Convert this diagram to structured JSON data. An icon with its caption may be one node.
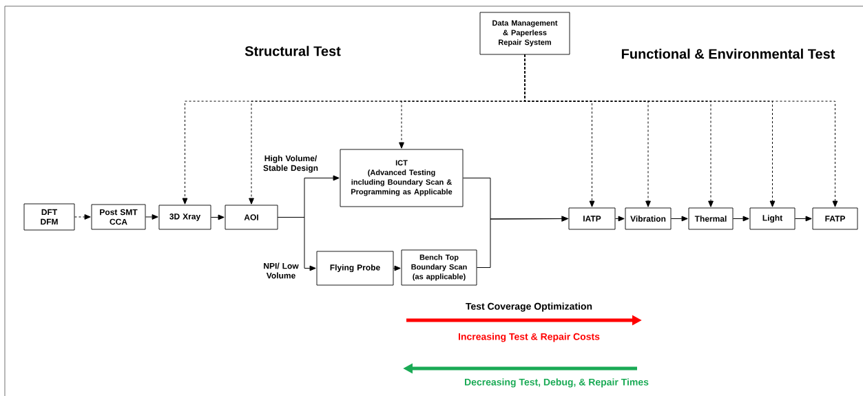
{
  "diagram": {
    "nodes": [
      {
        "text": [
          "Data Management & Paperless Repair System"
        ]
      },
      {
        "text": [
          "DFT DFM"
        ]
      },
      {
        "text": [
          "Post SMT CCA"
        ]
      },
      {
        "text": [
          "3D Xray"
        ]
      },
      {
        "text": [
          "AOI"
        ]
      },
      {
        "text": [
          "ICT",
          "(Advanced Testing including Boundary Scan & Programming as Applicable"
        ]
      },
      {
        "text": [
          "Flying Probe"
        ]
      },
      {
        "text": [
          "Bench Top Boundary Scan (as applicable)"
        ]
      },
      {
        "text": [
          "IATP"
        ]
      },
      {
        "text": [
          "Vibration"
        ]
      },
      {
        "text": [
          "Thermal"
        ]
      },
      {
        "text": [
          "Light"
        ]
      },
      {
        "text": [
          "FATP"
        ]
      }
    ],
    "edges": [
      {
        "from": 1,
        "to": 2,
        "arrow": "to",
        "style": "dashed"
      },
      {
        "from": 2,
        "to": 3,
        "arrow": "to"
      },
      {
        "from": 3,
        "to": 4,
        "arrow": "to"
      },
      {
        "from": 4,
        "to": 5,
        "arrow": "to"
      },
      {
        "from": 4,
        "to": 6,
        "arrow": "to"
      },
      {
        "from": 6,
        "to": 7,
        "arrow": "to"
      },
      {
        "from": 5,
        "to": 8,
        "arrow": "to"
      },
      {
        "from": 7,
        "to": 8,
        "arrow": "to"
      },
      {
        "from": 8,
        "to": 9,
        "arrow": "to"
      },
      {
        "from": 9,
        "to": 10,
        "arrow": "to"
      },
      {
        "from": 10,
        "to": 11,
        "arrow": "to"
      },
      {
        "from": 11,
        "to": 12,
        "arrow": "to"
      },
      {
        "from": 0,
        "to": 3,
        "arrow": "to",
        "style": "dashed"
      },
      {
        "from": 0,
        "to": 4,
        "arrow": "to",
        "style": "dashed"
      },
      {
        "from": 0,
        "to": 5,
        "arrow": "to",
        "style": "dashed"
      },
      {
        "from": 0,
        "to": 8,
        "arrow": "to",
        "style": "dashed"
      },
      {
        "from": 0,
        "to": 9,
        "arrow": "to",
        "style": "dashed"
      },
      {
        "from": 0,
        "to": 10,
        "arrow": "to",
        "style": "dashed"
      },
      {
        "from": 0,
        "to": 11,
        "arrow": "to",
        "style": "dashed"
      },
      {
        "from": 0,
        "to": 12,
        "arrow": "to",
        "style": "dashed"
      }
    ],
    "labels": [
      "Structural Test",
      "Functional & Environmental Test",
      "High Volume/ Stable Design",
      "NPI/ Low Volume",
      "Test Coverage Optimization",
      "Increasing Test & Repair Costs",
      "Decreasing Test, Debug, & Repair Times"
    ]
  }
}
